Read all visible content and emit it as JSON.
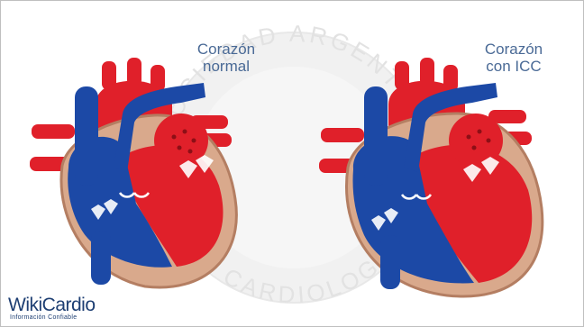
{
  "labels": {
    "normal_line1": "Corazón",
    "normal_line2": "normal",
    "icc_line1": "Corazón",
    "icc_line2": "con ICC"
  },
  "watermark": {
    "top_text": "SOCIEDAD ARGENTINA",
    "bottom_text": "DE CARDIOLOGÍA"
  },
  "logo": {
    "name": "WikiCardio",
    "tagline": "Información Confiable"
  },
  "colors": {
    "artery_red": "#e0202a",
    "vein_blue": "#1c49a6",
    "myocardium": "#d9a98c",
    "label_blue": "#4a6a96",
    "logo_blue": "#1e3f73"
  }
}
